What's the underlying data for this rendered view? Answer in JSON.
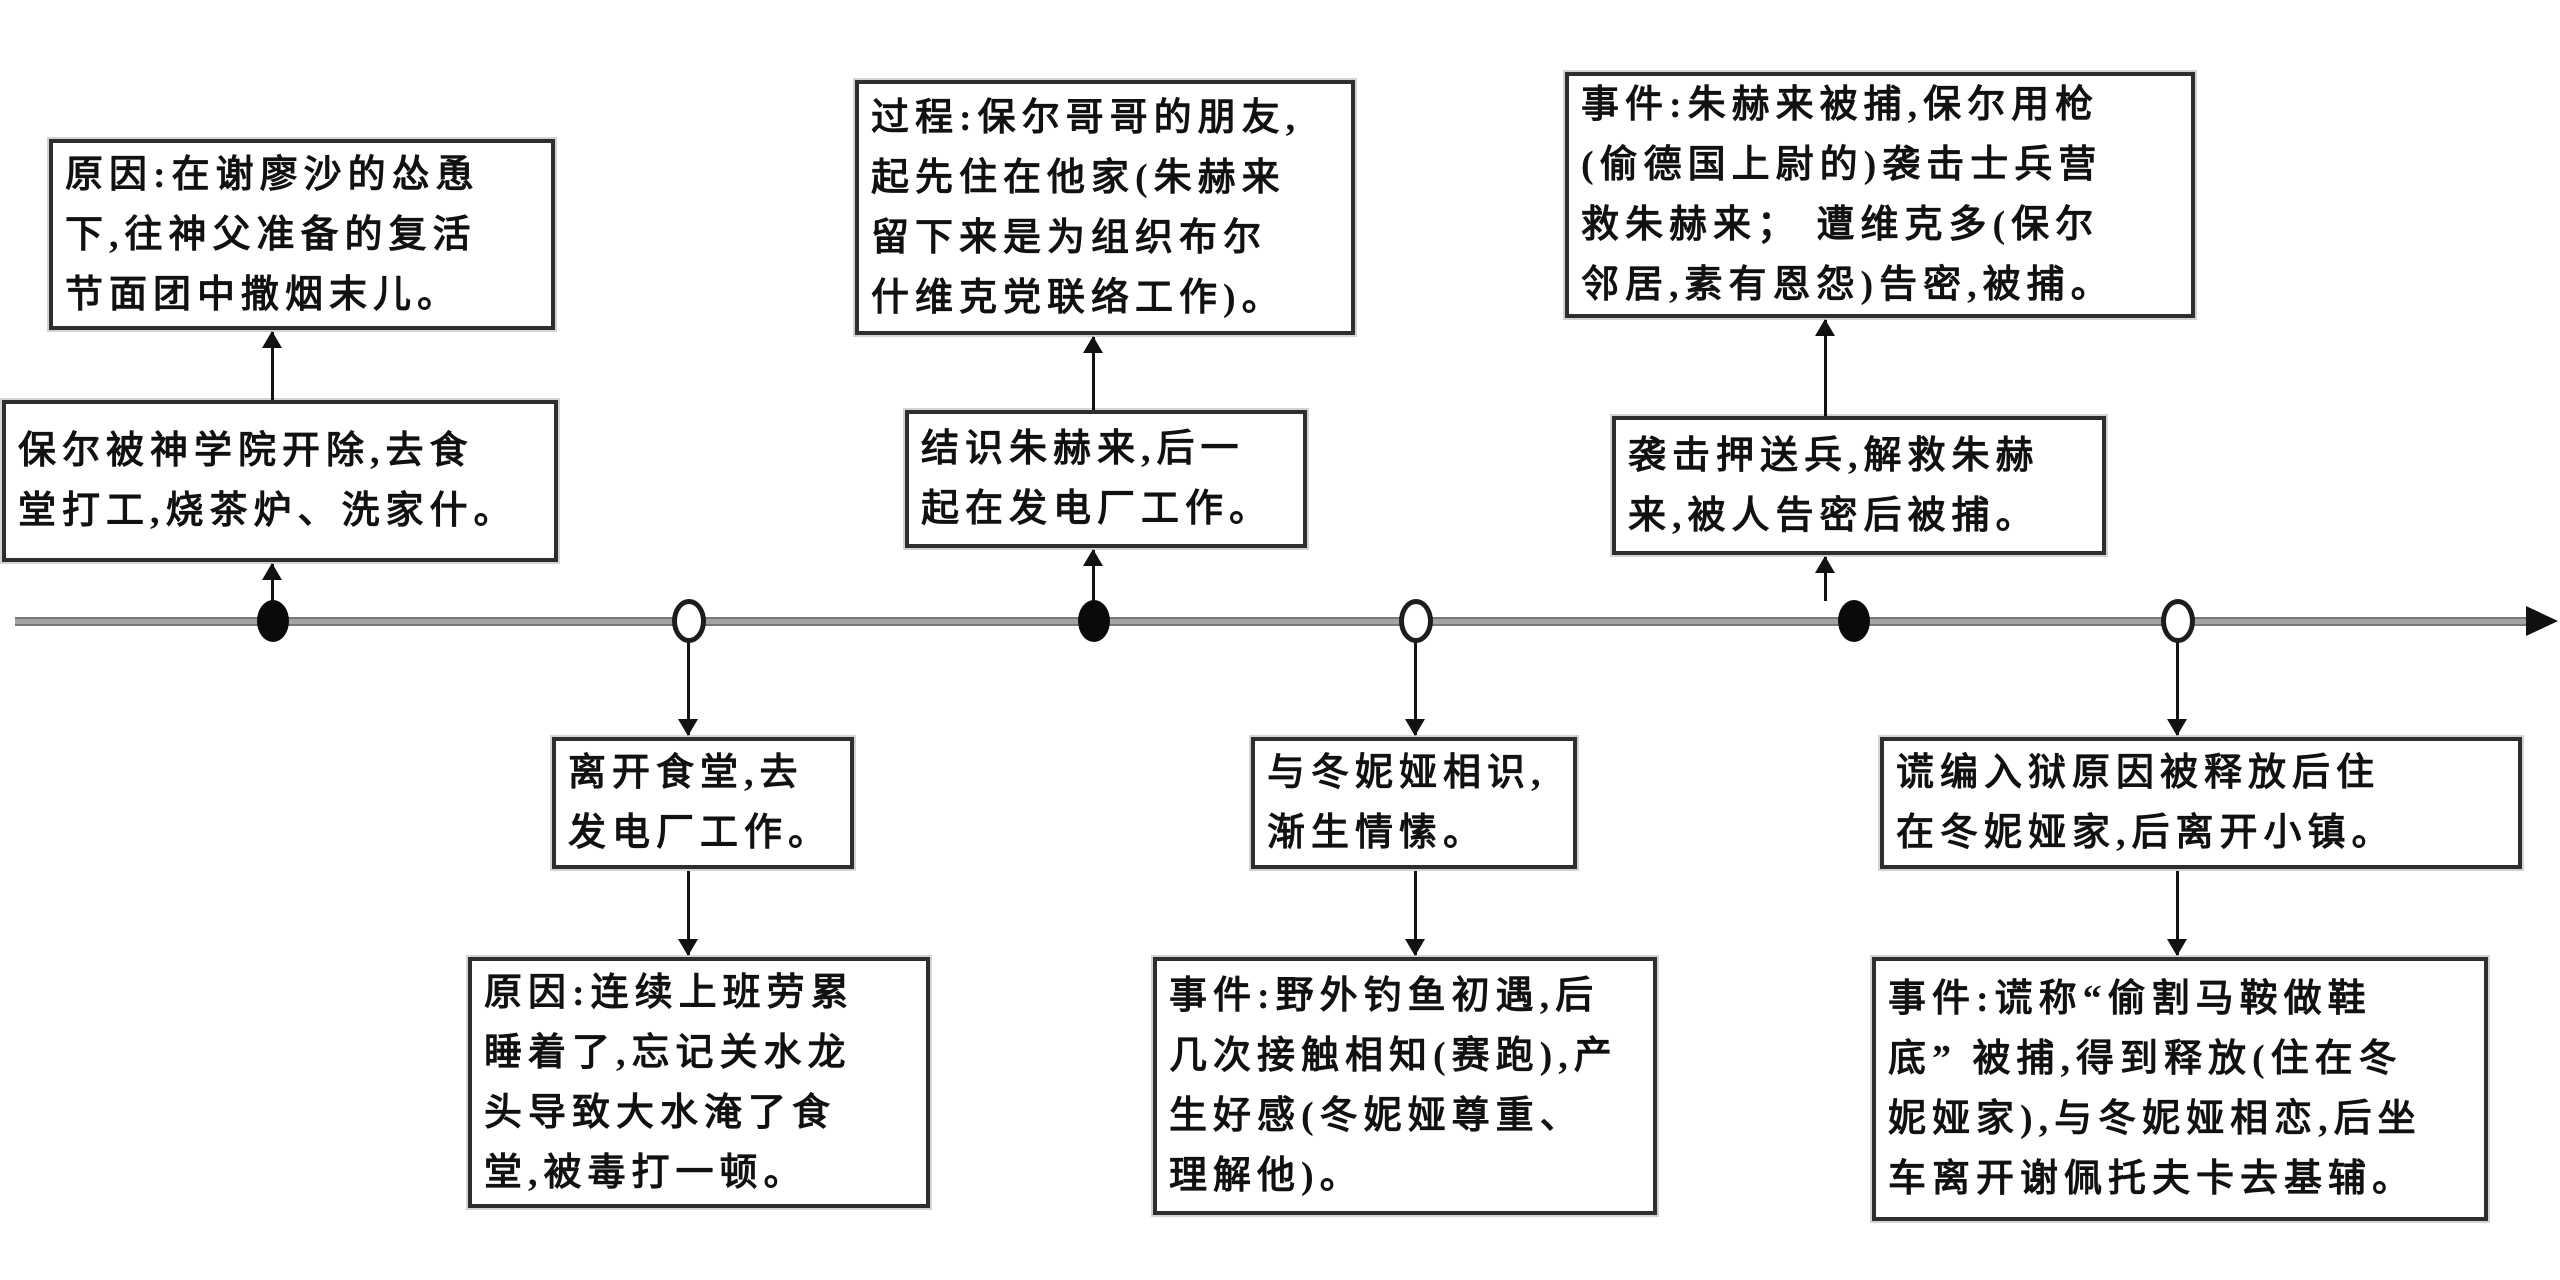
{
  "diagram": {
    "type": "timeline-flow",
    "axis": {
      "orientation": "horizontal",
      "arrow_end": "right"
    },
    "colors": {
      "background": "#ffffff",
      "box_border": "#2e2e2e",
      "axis_gray": "#a3a3a3",
      "arrow_black": "#111111",
      "text": "#111111"
    },
    "columns": [
      {
        "side": "above",
        "marker": "filled-dot",
        "near": "保尔被神学院开除,去食\n堂打工,烧茶炉、洗家什。",
        "far": "原因:在谢廖沙的怂恿\n下,往神父准备的复活\n节面团中撒烟末儿。"
      },
      {
        "side": "below",
        "marker": "open-circle",
        "near": "离开食堂,去\n发电厂工作。",
        "far": "原因:连续上班劳累\n睡着了,忘记关水龙\n头导致大水淹了食\n堂,被毒打一顿。"
      },
      {
        "side": "above",
        "marker": "filled-dot",
        "near": "结识朱赫来,后一\n起在发电厂工作。",
        "far": "过程:保尔哥哥的朋友,\n起先住在他家(朱赫来\n留下来是为组织布尔\n什维克党联络工作)。"
      },
      {
        "side": "below",
        "marker": "open-circle",
        "near": "与冬妮娅相识,\n渐生情愫。",
        "far": "事件:野外钓鱼初遇,后\n几次接触相知(赛跑),产\n生好感(冬妮娅尊重、\n理解他)。"
      },
      {
        "side": "above",
        "marker": "filled-dot",
        "near": "袭击押送兵,解救朱赫\n来,被人告密后被捕。",
        "far": "事件:朱赫来被捕,保尔用枪\n(偷德国上尉的)袭击士兵营\n救朱赫来； 遭维克多(保尔\n邻居,素有恩怨)告密,被捕。"
      },
      {
        "side": "below",
        "marker": "open-circle",
        "near": "谎编入狱原因被释放后住\n在冬妮娅家,后离开小镇。",
        "far": "事件:谎称“偷割马鞍做鞋\n底” 被捕,得到释放(住在冬\n妮娅家),与冬妮娅相恋,后坐\n车离开谢佩托夫卡去基辅。"
      }
    ]
  }
}
